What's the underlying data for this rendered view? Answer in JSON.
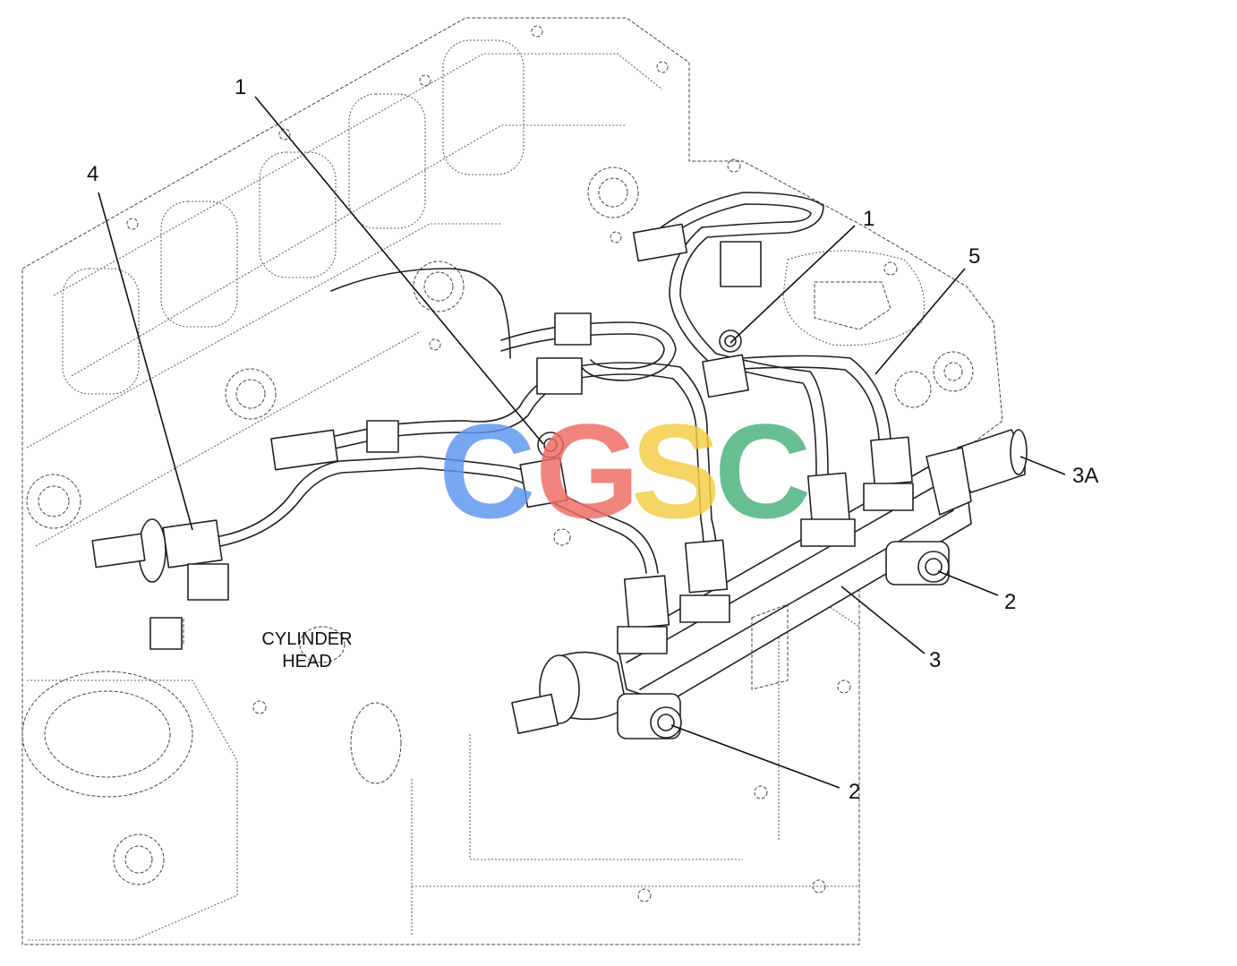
{
  "diagram": {
    "callouts": {
      "c1_left": "1",
      "c1_right": "1",
      "c2_upper": "2",
      "c2_lower": "2",
      "c3": "3",
      "c3a": "3A",
      "c4": "4",
      "c5": "5"
    },
    "labels": {
      "cylinder_head_line1": "CYLINDER",
      "cylinder_head_line2": "HEAD"
    },
    "watermark": {
      "letters": [
        "C",
        "G",
        "S",
        "C"
      ],
      "colors": [
        "#5b95f0",
        "#ef6b61",
        "#f3cd42",
        "#45b079"
      ]
    }
  }
}
